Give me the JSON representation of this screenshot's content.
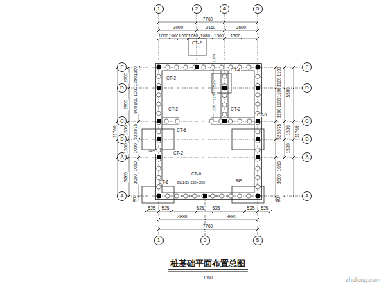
{
  "diagram": {
    "title": "桩基础平面布置总图",
    "caption": "1:60",
    "nodes": [
      {
        "text": [
          "1"
        ]
      },
      {
        "text": [
          "2"
        ]
      },
      {
        "text": [
          "4"
        ]
      },
      {
        "text": [
          "5"
        ]
      },
      {
        "text": [
          "F"
        ]
      },
      {
        "text": [
          "F"
        ]
      },
      {
        "text": [
          "D"
        ]
      },
      {
        "text": [
          "D"
        ]
      },
      {
        "text": [
          "C"
        ]
      },
      {
        "text": [
          "C"
        ]
      },
      {
        "text": [
          "B"
        ]
      },
      {
        "text": [
          "B"
        ]
      },
      {
        "text": [
          "入"
        ]
      },
      {
        "text": [
          "入"
        ]
      },
      {
        "text": [
          "A"
        ]
      },
      {
        "text": [
          "A"
        ]
      },
      {
        "text": [
          "1"
        ]
      },
      {
        "text": [
          "3"
        ]
      },
      {
        "text": [
          "5"
        ]
      }
    ],
    "labels": [
      "7760",
      "3000",
      "2160",
      "2600",
      "1000",
      "1000",
      "1000",
      "1080",
      "1080",
      "1300",
      "1300",
      "11760",
      "2700",
      "2800",
      "1500",
      "1500",
      "3260",
      "1350",
      "1350",
      "1000",
      "900",
      "900",
      "975",
      "525",
      "1050",
      "1050",
      "1080",
      "80",
      "1100",
      "1100",
      "1100",
      "1100",
      "1100",
      "975",
      "525",
      "1050",
      "1080",
      "80",
      "5500",
      "1500",
      "1500",
      "11760",
      "525",
      "525",
      "525",
      "525",
      "525",
      "525",
      "3880",
      "3880",
      "7760",
      "CT-2",
      "CT-2",
      "CT-4",
      "CT-2",
      "CT-2",
      "CT-6",
      "CT-6",
      "CT-2",
      "CT-6",
      "CT-6",
      "DL1(2) 250×350",
      "845",
      "845",
      "1075",
      "525",
      "1138",
      "1138",
      "zhulong.com"
    ]
  }
}
